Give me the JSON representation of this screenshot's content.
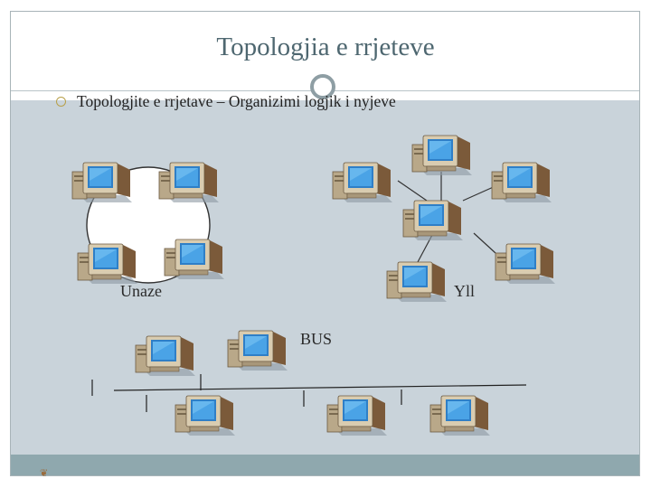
{
  "slide": {
    "title": "Topologjia e rrjeteve",
    "bullet": "Topologjite e rrjetave – Organizimi logjik i nyjeve",
    "footer_icon": "decorative-flourish-icon"
  },
  "diagram": {
    "ring_label": "Unaze",
    "star_label": "Yll",
    "bus_label": "BUS",
    "computer_icon": "desktop-computer-icon"
  },
  "colors": {
    "title": "#4e6770",
    "content_bg": "#c9d3da",
    "footer_bar": "#8fa8ae",
    "monitor_screen": "#2f7fc7",
    "case": "#c8b89a"
  }
}
